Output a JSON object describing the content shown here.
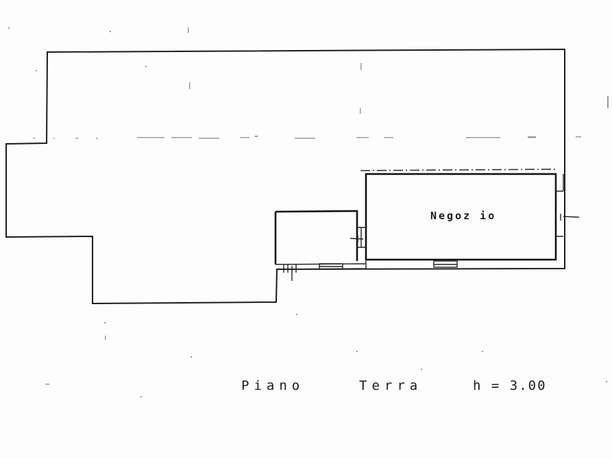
{
  "floorplan": {
    "room_label": "Negoz io",
    "caption": {
      "floor_word": "Piano",
      "floor_name": "Terra",
      "height": "h = 3.00"
    }
  },
  "colors": {
    "line": "#1a1a1a",
    "paper": "#fdfdfd"
  }
}
